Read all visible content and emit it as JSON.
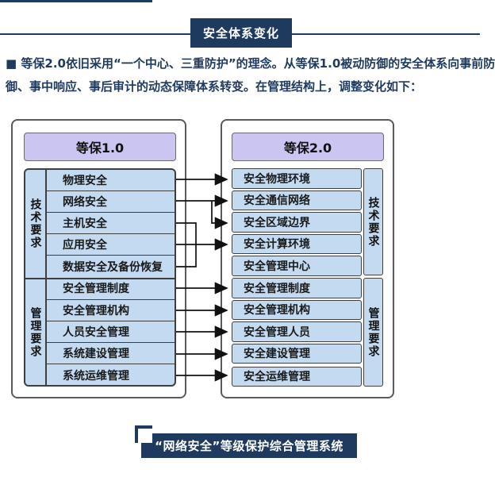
{
  "page": {
    "title_banner": "安全体系变化",
    "intro_lines": {
      "line1": "■ 等保2.0依旧采用“一个中心、三重防护”的理念。从等保1.0被动防御的安全体系向事前防",
      "line2": "御、事中响应、事后审计的动态保障体系转变。在管理结构上，调整变化如下："
    },
    "footer_banner": "“网络安全”等级保护综合管理系统"
  },
  "diagram": {
    "left": {
      "header": "等保1.0",
      "tech_label": "技术要求",
      "mgmt_label": "管理要求",
      "tech_rows": [
        "物理安全",
        "网络安全",
        "主机安全",
        "应用安全",
        "数据安全及备份恢复"
      ],
      "mgmt_rows": [
        "安全管理制度",
        "安全管理机构",
        "人员安全管理",
        "系统建设管理",
        "系统运维管理"
      ]
    },
    "right": {
      "header": "等保2.0",
      "tech_label": "技术要求",
      "mgmt_label": "管理要求",
      "tech_rows": [
        "安全物理环境",
        "安全通信网络",
        "安全区域边界",
        "安全计算环境",
        "安全管理中心"
      ],
      "mgmt_rows": [
        "安全管理制度",
        "安全管理机构",
        "安全管理人员",
        "安全建设管理",
        "安全运维管理"
      ]
    },
    "mappings": [
      {
        "from": "物理安全",
        "to": "安全物理环境"
      },
      {
        "from": "网络安全",
        "to": "安全通信网络"
      },
      {
        "from": "网络安全",
        "to": "安全区域边界"
      },
      {
        "from": "主机安全",
        "to": "安全计算环境"
      },
      {
        "from": "应用安全",
        "to": "安全计算环境"
      },
      {
        "from": "数据安全及备份恢复",
        "to": "安全计算环境"
      },
      {
        "from": "安全管理制度",
        "to": "安全管理制度"
      },
      {
        "from": "安全管理机构",
        "to": "安全管理机构"
      },
      {
        "from": "人员安全管理",
        "to": "安全管理人员"
      },
      {
        "from": "系统建设管理",
        "to": "安全建设管理"
      },
      {
        "from": "系统运维管理",
        "to": "安全运维管理"
      }
    ],
    "colors": {
      "navy": "#1e3a5f",
      "header_purple": "#cbc5f1",
      "row_blue": "#c3daf1",
      "arrow_black": "#111111"
    }
  }
}
